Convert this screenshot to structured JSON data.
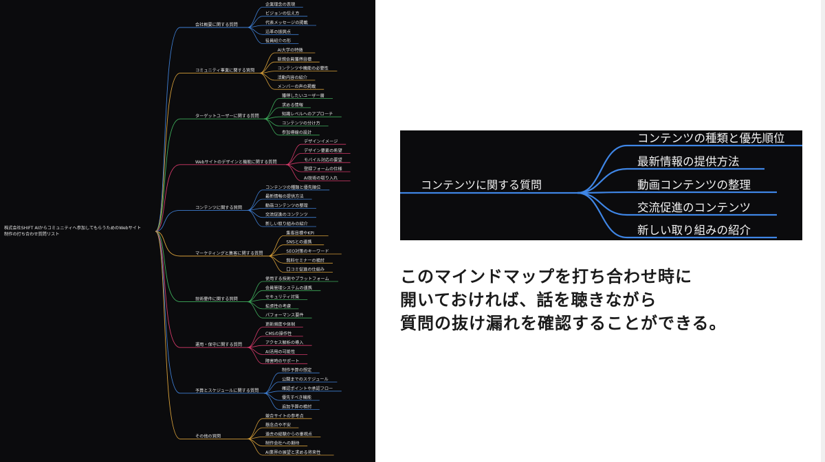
{
  "mindmap": {
    "root_lines": [
      "株式会社SHIFT AIからコミュニティへ参加してもらうためのWebサイト",
      "制作の打ち合わせ質問リスト"
    ],
    "branches": [
      {
        "label": "会社概要に関する質問",
        "color": "#3f7fd4",
        "leaves": [
          "企業理念の表現",
          "ビジョンの伝え方",
          "代表メッセージの掲載",
          "沿革の振興点",
          "役員紹介の形"
        ]
      },
      {
        "label": "コミュニティ事業に関する質問",
        "color": "#d9a13a",
        "leaves": [
          "AI大学の特徴",
          "新規会員獲得目標",
          "コンテンツや機能の必要性",
          "活動内容の紹介",
          "メンバーの声の掲載"
        ]
      },
      {
        "label": "ターゲットユーザーに関する質問",
        "color": "#3fae5c",
        "leaves": [
          "獲得したいユーザー層",
          "求める情報",
          "知識レベルへのアプローチ",
          "コンテンツの分け方",
          "参加導線の設計"
        ]
      },
      {
        "label": "Webサイトのデザインと機能に関する質問",
        "color": "#d63a6a",
        "leaves": [
          "デザインイメージ",
          "デザイン要素の希望",
          "モバイル対応の要望",
          "登録フォームの仕様",
          "AI技術の取り入れ"
        ]
      },
      {
        "label": "コンテンツに関する質問",
        "color": "#3f7fd4",
        "leaves": [
          "コンテンツの種類と優先順位",
          "最新情報の提供方法",
          "動画コンテンツの整理",
          "交流促進のコンテンツ",
          "新しい取り組みの紹介"
        ]
      },
      {
        "label": "マーケティングと集客に関する質問",
        "color": "#d9a13a",
        "leaves": [
          "集客目標やKPI",
          "SNSとの連携",
          "SEO対策のキーワード",
          "無料セミナーの検討",
          "口コミ促進の仕組み"
        ]
      },
      {
        "label": "技術要件に関する質問",
        "color": "#3fae5c",
        "leaves": [
          "使用する技術やプラットフォーム",
          "会員管理システムの連携",
          "セキュリティ対策",
          "拡張性の考慮",
          "パフォーマンス要件"
        ]
      },
      {
        "label": "運用・保守に関する質問",
        "color": "#d63a6a",
        "leaves": [
          "更新頻度や体制",
          "CMSの操作性",
          "アクセス解析の導入",
          "AI活用の可能性",
          "障害時のサポート"
        ]
      },
      {
        "label": "予算とスケジュールに関する質問",
        "color": "#3f7fd4",
        "leaves": [
          "制作予算の想定",
          "公開までのスケジュール",
          "確認ポイントや承認フロー",
          "優先すべき機能",
          "追加予算の検討"
        ]
      },
      {
        "label": "その他の質問",
        "color": "#d9a13a",
        "leaves": [
          "競合サイトの参考点",
          "懸念点や不安",
          "過去の経験からの重視点",
          "制作会社への期待",
          "AI業界の展望と求める将来性"
        ]
      }
    ]
  },
  "zoom": {
    "root_label": "コンテンツに関する質問",
    "color": "#3f86e6",
    "leaves": [
      "コンテンツの種類と優先順位",
      "最新情報の提供方法",
      "動画コンテンツの整理",
      "交流促進のコンテンツ",
      "新しい取り組みの紹介"
    ]
  },
  "caption": {
    "lines": [
      "このマインドマップを打ち合わせ時に",
      "開いておければ、話を聴きながら",
      "質問の抜け漏れを確認することができる。"
    ]
  }
}
